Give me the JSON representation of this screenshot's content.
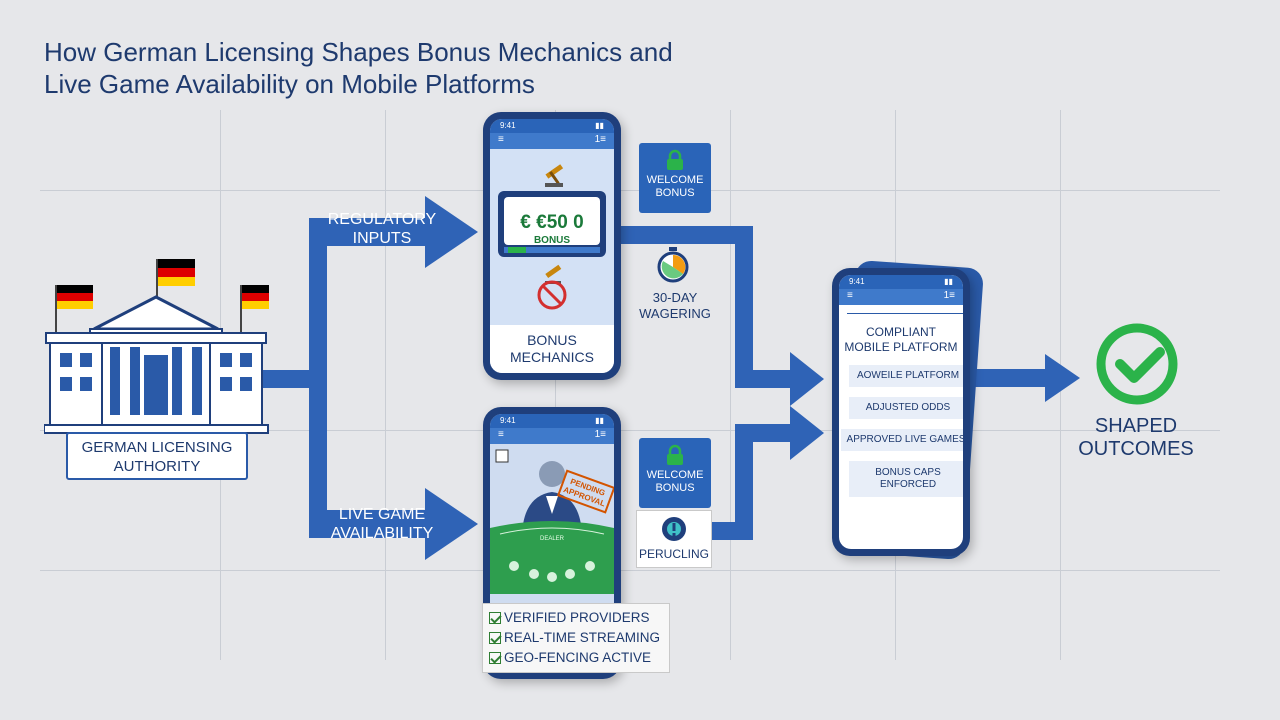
{
  "title": {
    "line1": "How German Licensing Shapes Bonus Mechanics and",
    "line2": "Live Game Availability on Mobile Platforms"
  },
  "authority": {
    "label_line1": "GERMAN LICENSING",
    "label_line2": "AUTHORITY",
    "icon": "government-building-icon",
    "flag_colors": [
      "#000000",
      "#dd0000",
      "#ffce00"
    ]
  },
  "arrows": {
    "regulatory_inputs_line1": "REGULATORY",
    "regulatory_inputs_line2": "INPUTS",
    "live_game_line1": "LIVE GAME",
    "live_game_line2": "AVAILABILITY"
  },
  "bonus_phone": {
    "status_time": "9:41",
    "slot_text": "€ €50 0",
    "slot_bonus": "BONUS",
    "label_line1": "BONUS",
    "label_line2": "MECHANICS",
    "icons": [
      "gavel-icon",
      "slot-machine-icon",
      "prohibited-icon"
    ]
  },
  "welcome_badge_top": {
    "line1": "WELCOME",
    "line2": "BONUS",
    "icon": "lock-icon"
  },
  "wagering": {
    "line1": "30-DAY",
    "line2": "WAGERING",
    "icon": "stopwatch-icon"
  },
  "live_phone": {
    "status_time": "9:41",
    "stamp_line1": "PENDING",
    "stamp_line2": "APPROVAL",
    "table_text": "DEALER",
    "icons": [
      "live-dealer-icon",
      "blackjack-table-icon"
    ]
  },
  "welcome_badge_bottom": {
    "line1": "WELCOME",
    "line2": "BONUS",
    "icon": "lock-icon"
  },
  "perucling": {
    "label": "PERUCLING",
    "icon": "alert-shield-icon"
  },
  "checklist": {
    "items": [
      "VERIFIED PROVIDERS",
      "REAL-TIME STREAMING",
      "GEO-FENCING ACTIVE"
    ]
  },
  "platform_phone": {
    "status_time": "9:41",
    "title_line1": "COMPLIANT",
    "title_line2": "MOBILE PLATFORM",
    "items": [
      "AOWEILE PLATFORM",
      "ADJUSTED ODDS",
      "APPROVED LIVE GAMES",
      "BONUS CAPS ENFORCED"
    ]
  },
  "outcome": {
    "label_line1": "SHAPED",
    "label_line2": "OUTCOMES",
    "icon": "check-circle-icon"
  },
  "colors": {
    "arrow_blue": "#2f63b6",
    "phone_frame": "#1f3f7c",
    "check_green": "#2bb34a",
    "background": "#e6e7ea"
  }
}
